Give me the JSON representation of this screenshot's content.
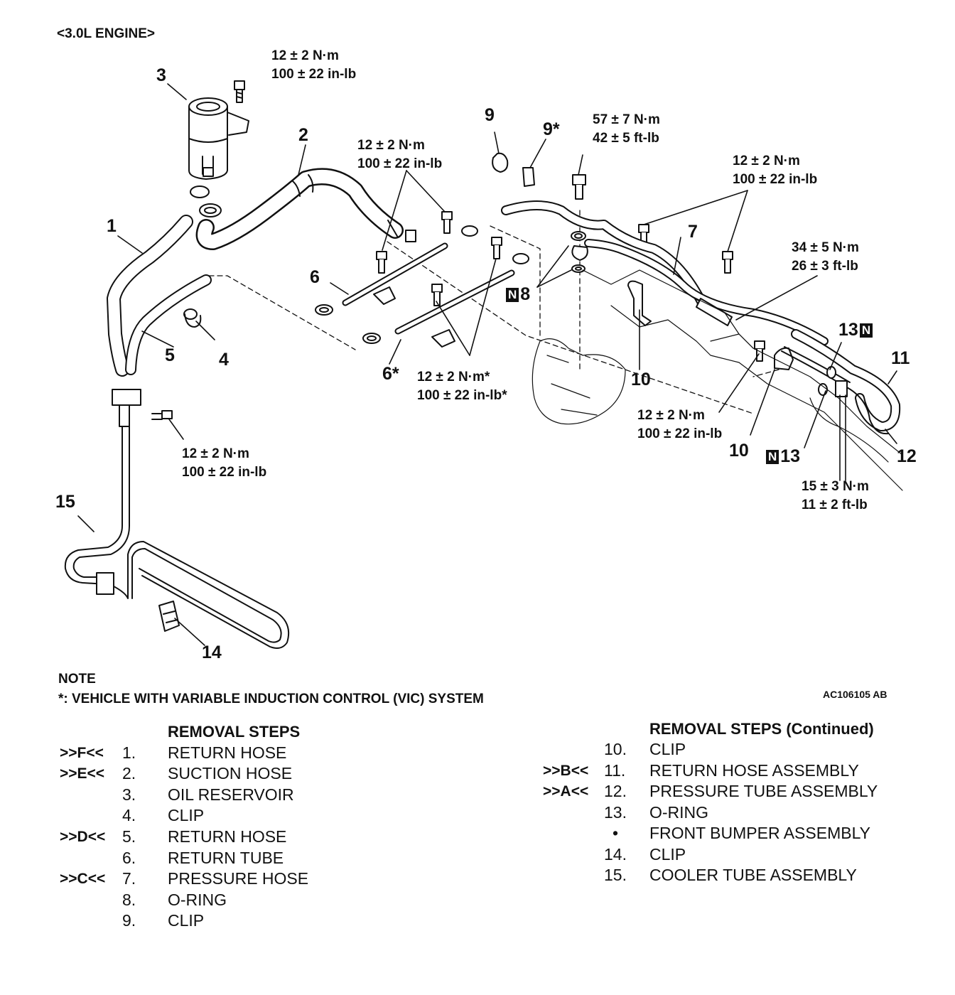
{
  "header": {
    "engine_label": "<3.0L ENGINE>"
  },
  "torques": {
    "t_reservoir": [
      "12 ± 2 N·m",
      "100 ± 22 in-lb"
    ],
    "t_clip_bolts": [
      "12 ± 2 N·m",
      "100 ± 22 in-lb"
    ],
    "t_banjo": [
      "57 ± 7 N·m",
      "42 ± 5 ft-lb"
    ],
    "t_pressure_bolts": [
      "12 ± 2 N·m",
      "100 ± 22 in-lb"
    ],
    "t_flare": [
      "34 ± 5 N·m",
      "26 ± 3 ft-lb"
    ],
    "t_vic": [
      "12 ± 2 N·m*",
      "100 ± 22 in-lb*"
    ],
    "t_bracket": [
      "12 ± 2 N·m",
      "100 ± 22 in-lb"
    ],
    "t_cooler": [
      "12 ± 2 N·m",
      "100 ± 22 in-lb"
    ],
    "t_tube_nuts": [
      "15 ± 3 N·m",
      "11 ± 2 ft-lb"
    ]
  },
  "callouts": {
    "c1": "1",
    "c2": "2",
    "c3": "3",
    "c4": "4",
    "c5": "5",
    "c6": "6",
    "c6s": "6*",
    "c7": "7",
    "c8": "8",
    "c9": "9",
    "c9s": "9*",
    "c10a": "10",
    "c10b": "10",
    "c11": "11",
    "c12": "12",
    "c13a": "13",
    "c13b": "13",
    "c14": "14",
    "c15": "15",
    "n_tag": "N"
  },
  "note": {
    "title": "NOTE",
    "text": "*: VEHICLE WITH VARIABLE INDUCTION CONTROL (VIC) SYSTEM"
  },
  "figure_code": "AC106105 AB",
  "removal_steps": {
    "heading": "REMOVAL STEPS",
    "heading_continued": "REMOVAL STEPS (Continued)",
    "left": [
      {
        "mark": ">>F<<",
        "no": "1.",
        "name": "RETURN HOSE"
      },
      {
        "mark": ">>E<<",
        "no": "2.",
        "name": "SUCTION HOSE"
      },
      {
        "mark": "",
        "no": "3.",
        "name": "OIL RESERVOIR"
      },
      {
        "mark": "",
        "no": "4.",
        "name": "CLIP"
      },
      {
        "mark": ">>D<<",
        "no": "5.",
        "name": "RETURN HOSE"
      },
      {
        "mark": "",
        "no": "6.",
        "name": "RETURN TUBE"
      },
      {
        "mark": ">>C<<",
        "no": "7.",
        "name": "PRESSURE HOSE"
      },
      {
        "mark": "",
        "no": "8.",
        "name": "O-RING"
      },
      {
        "mark": "",
        "no": "9.",
        "name": "CLIP"
      }
    ],
    "right": [
      {
        "mark": "",
        "no": "10.",
        "name": "CLIP"
      },
      {
        "mark": ">>B<<",
        "no": "11.",
        "name": "RETURN HOSE ASSEMBLY"
      },
      {
        "mark": ">>A<<",
        "no": "12.",
        "name": "PRESSURE TUBE ASSEMBLY"
      },
      {
        "mark": "",
        "no": "13.",
        "name": "O-RING"
      },
      {
        "mark": "",
        "no": "•",
        "name": "FRONT BUMPER ASSEMBLY"
      },
      {
        "mark": "",
        "no": "14.",
        "name": "CLIP"
      },
      {
        "mark": "",
        "no": "15.",
        "name": "COOLER TUBE ASSEMBLY"
      }
    ]
  }
}
